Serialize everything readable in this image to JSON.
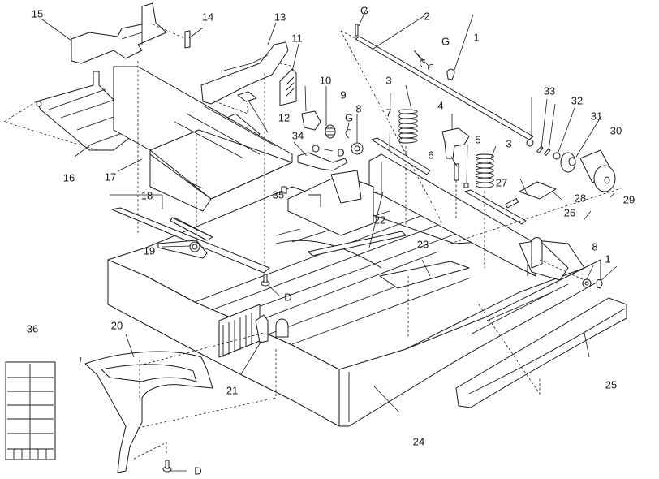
{
  "figure": {
    "title": "Paper tray assembly exploded view",
    "palette": {
      "ink": "#1a1a1a",
      "paper": "#ffffff"
    }
  },
  "callouts": {
    "c1a": "1",
    "c1b": "1",
    "c2": "2",
    "c3a": "3",
    "c3b": "3",
    "c4": "4",
    "c5": "5",
    "c6": "6",
    "c7": "7",
    "c8a": "8",
    "c8b": "8",
    "c9": "9",
    "c10": "10",
    "c11": "11",
    "c12": "12",
    "c13": "13",
    "c14": "14",
    "c15": "15",
    "c16": "16",
    "c17": "17",
    "c18": "18",
    "c19": "19",
    "c20": "20",
    "c21": "21",
    "c22": "22",
    "c23": "23",
    "c24": "24",
    "c25": "25",
    "c26": "26",
    "c27": "27",
    "c28": "28",
    "c29": "29",
    "c30": "30",
    "c31": "31",
    "c32": "32",
    "c33": "33",
    "c34": "34",
    "c35": "35",
    "c36": "36",
    "gA": "G",
    "gB": "G",
    "gC": "G",
    "dA": "D",
    "dB": "D",
    "dC": "D"
  }
}
